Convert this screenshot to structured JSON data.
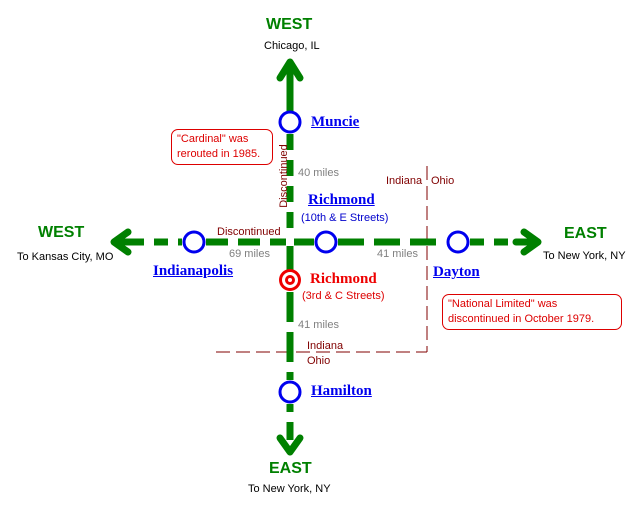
{
  "colors": {
    "route": "#008000",
    "station_ring": "#0000ee",
    "current_station": "#ee0000",
    "border_line": "#800000",
    "note": "#dd0000",
    "miles_text": "#808080"
  },
  "directions": {
    "north": {
      "label": "WEST",
      "destination": "Chicago, IL"
    },
    "west": {
      "label": "WEST",
      "destination": "To Kansas City, MO"
    },
    "east": {
      "label": "EAST",
      "destination": "To New York, NY"
    },
    "south": {
      "label": "EAST",
      "destination": "To New York, NY"
    }
  },
  "stations": {
    "muncie": {
      "name": "Muncie"
    },
    "richmond_10th": {
      "name": "Richmond",
      "address": "(10th & E Streets)"
    },
    "indianapolis": {
      "name": "Indianapolis"
    },
    "dayton": {
      "name": "Dayton"
    },
    "richmond_3rd": {
      "name": "Richmond",
      "address": "(3rd & C Streets)",
      "current": true
    },
    "hamilton": {
      "name": "Hamilton"
    }
  },
  "segments": {
    "muncie_richmond": {
      "distance": "40 miles",
      "status": "Discontinued"
    },
    "indianapolis_richmond": {
      "distance": "69 miles",
      "status": "Discontinued"
    },
    "richmond_dayton": {
      "distance": "41 miles"
    },
    "richmond_hamilton": {
      "distance": "41 miles"
    }
  },
  "state_borders": {
    "vertical": {
      "left": "Indiana",
      "right": "Ohio"
    },
    "horizontal": {
      "top": "Indiana",
      "bottom": "Ohio"
    }
  },
  "notes": {
    "cardinal": "\"Cardinal\" was rerouted in 1985.",
    "national_limited": "\"National Limited\" was discontinued in October 1979."
  }
}
